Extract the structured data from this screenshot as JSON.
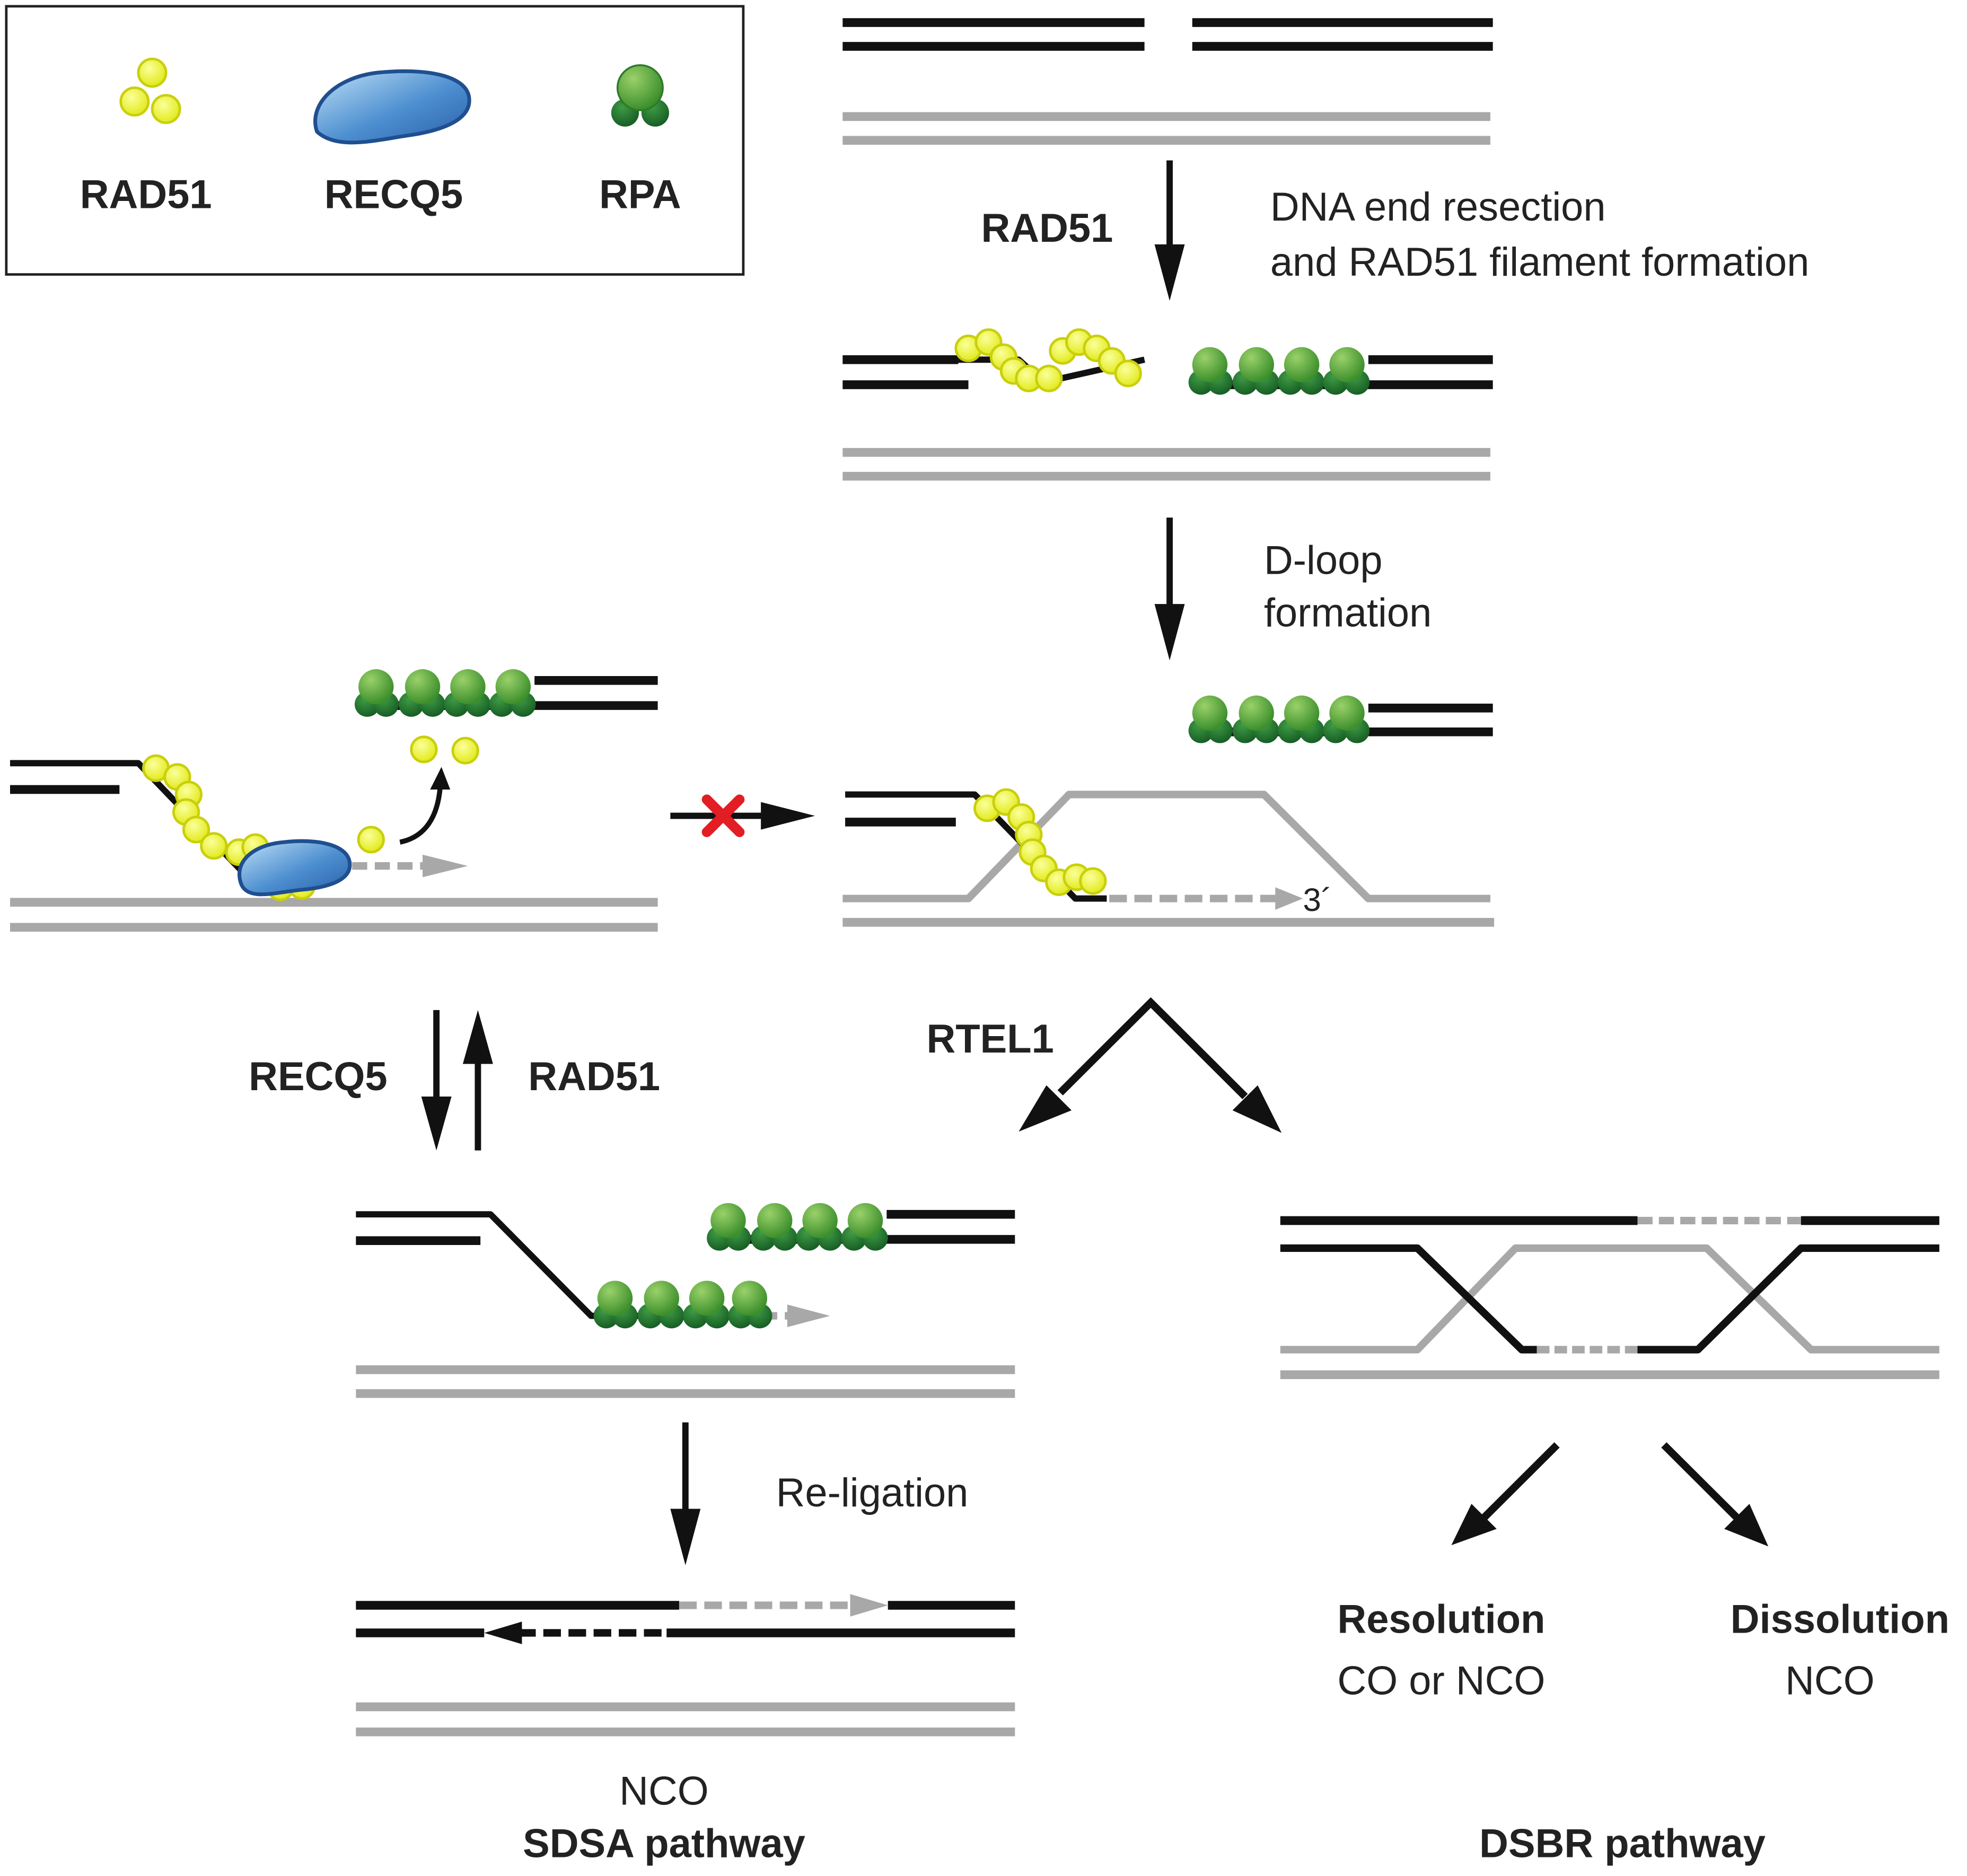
{
  "legend": {
    "rad51": "RAD51",
    "recq5": "RECQ5",
    "rpa": "RPA"
  },
  "steps": {
    "resection_enzyme": "RAD51",
    "resection_line1": "DNA end resection",
    "resection_line2": "and RAD51 filament formation",
    "dloop_line1": "D-loop",
    "dloop_line2": "formation",
    "three_prime": "3´",
    "rtel1": "RTEL1",
    "recq5": "RECQ5",
    "rad51": "RAD51",
    "religation": "Re-ligation"
  },
  "outcomes": {
    "sdsa_result": "NCO",
    "sdsa_pathway": "SDSA pathway",
    "resolution_title": "Resolution",
    "resolution_result": "CO or NCO",
    "dissolution_title": "Dissolution",
    "dissolution_result": "NCO",
    "dsbr_pathway": "DSBR pathway"
  },
  "colors": {
    "strand_black": "#111111",
    "strand_grey": "#a8a8a8",
    "rad51_yellow": "#e8ef2a",
    "rad51_outline": "#c9cf0c",
    "recq5_blue": "#3f7fc4",
    "recq5_outline": "#1f4f8f",
    "rpa_light": "#5aa63a",
    "rpa_dark": "#1f6e2c",
    "block_red": "#e21d24"
  },
  "icons": [
    "rad51-icon",
    "recq5-icon",
    "rpa-icon",
    "block-x-icon"
  ]
}
